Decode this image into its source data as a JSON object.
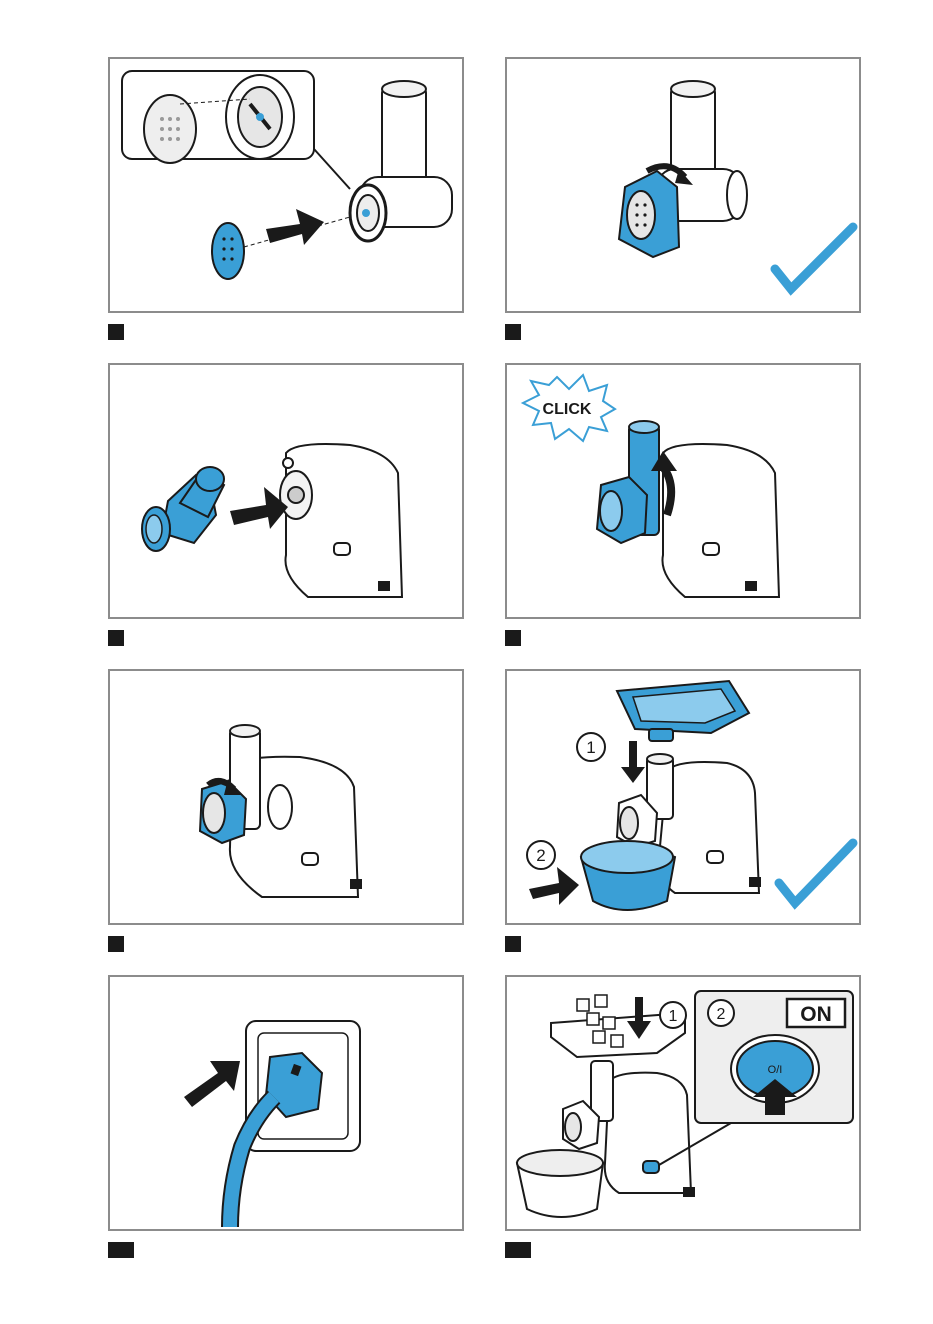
{
  "colors": {
    "accent_blue": "#3a9fd6",
    "outline": "#1a1a1a",
    "frame_gray": "#8c8c8c",
    "panel_bg": "#ffffff"
  },
  "labels": {
    "click": "CLICK",
    "step_one": "1",
    "step_two": "2",
    "on": "ON",
    "switch": "O/I"
  },
  "icons": [
    "checkmark-icon",
    "arrow-icon",
    "click-burst-icon",
    "power-plug-icon",
    "power-button-icon"
  ]
}
